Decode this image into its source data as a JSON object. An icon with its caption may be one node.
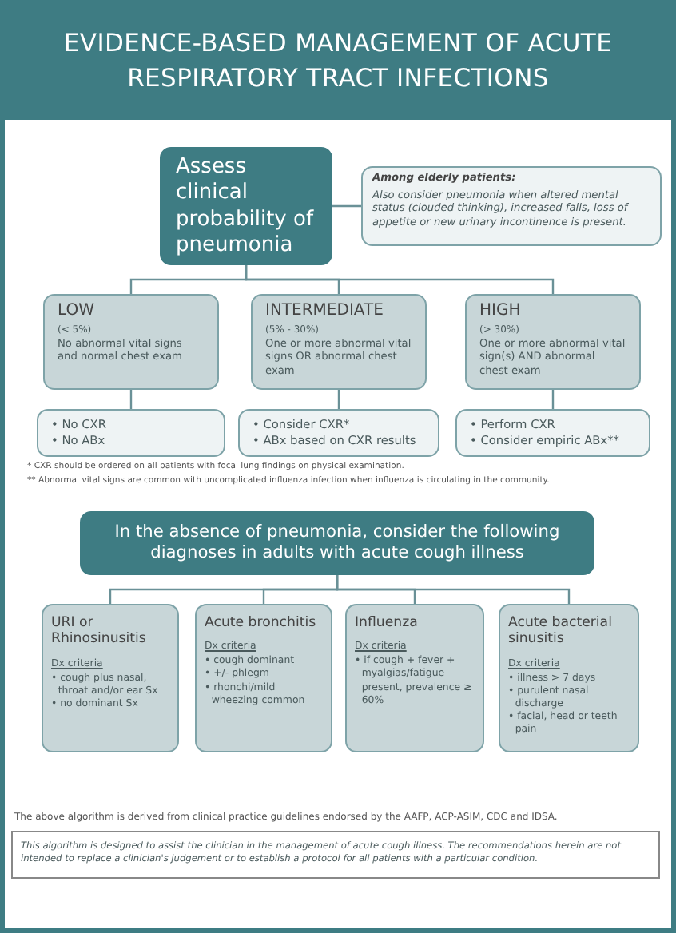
{
  "diagram": {
    "title": "EVIDENCE-BASED MANAGEMENT OF ACUTE RESPIRATORY TRACT INFECTIONS",
    "nodes": [
      {
        "text": [
          "Assess clinical probability of pneumonia"
        ]
      },
      {
        "text": [
          "Among elderly patients:",
          "Also consider pneumonia when altered mental status (clouded thinking), increased falls, loss of appetite or new urinary incontinence is present."
        ]
      },
      {
        "text": [
          "LOW",
          "(< 5%)",
          "No abnormal vital signs and normal chest exam"
        ]
      },
      {
        "text": [
          "INTERMEDIATE",
          "(5% - 30%)",
          "One or more abnormal vital signs OR abnormal chest exam"
        ]
      },
      {
        "text": [
          "HIGH",
          "(> 30%)",
          "One or more abnormal vital sign(s) AND abnormal chest exam"
        ]
      },
      {
        "text": [
          "• No CXR",
          "• No ABx"
        ]
      },
      {
        "text": [
          "• Consider CXR*",
          "• ABx based on CXR results"
        ]
      },
      {
        "text": [
          "• Perform CXR",
          "• Consider empiric ABx**"
        ]
      },
      {
        "text": [
          "In the absence of pneumonia, consider the following diagnoses in adults with acute cough illness"
        ]
      },
      {
        "text": [
          "URI or Rhinosinusitis",
          "Dx criteria",
          "• cough plus nasal, throat and/or ear Sx",
          "• no dominant Sx"
        ]
      },
      {
        "text": [
          "Acute bronchitis",
          "Dx criteria",
          "• cough dominant",
          "• +/- phlegm",
          "• rhonchi/mild wheezing common"
        ]
      },
      {
        "text": [
          "Influenza",
          "Dx criteria",
          "• if cough + fever + myalgias/fatigue present, prevalence ≥ 60%"
        ]
      },
      {
        "text": [
          "Acute bacterial sinusitis",
          "Dx criteria",
          "• illness > 7 days",
          "• purulent nasal discharge",
          "• facial, head or teeth pain"
        ]
      },
      {
        "text": [
          "This algorithm is designed to assist the clinician in the management of acute cough illness. The recommendations herein are not intended to replace a clinician's judgement or to establish a protocol for all patients with a particular condition."
        ]
      }
    ],
    "edges": [
      {
        "from": 0,
        "to": 1,
        "arrow": "none"
      },
      {
        "from": 0,
        "to": 2,
        "arrow": "none"
      },
      {
        "from": 0,
        "to": 3,
        "arrow": "none"
      },
      {
        "from": 0,
        "to": 4,
        "arrow": "none"
      },
      {
        "from": 2,
        "to": 5,
        "arrow": "none"
      },
      {
        "from": 3,
        "to": 6,
        "arrow": "none"
      },
      {
        "from": 4,
        "to": 7,
        "arrow": "none"
      },
      {
        "from": 8,
        "to": 9,
        "arrow": "none"
      },
      {
        "from": 8,
        "to": 10,
        "arrow": "none"
      },
      {
        "from": 8,
        "to": 11,
        "arrow": "none"
      },
      {
        "from": 8,
        "to": 12,
        "arrow": "none"
      }
    ],
    "labels": [
      "* CXR should be ordered on all patients with focal lung findings on physical examination.",
      "** Abnormal vital signs are common with uncomplicated influenza infection when influenza is circulating in the community.",
      "The above algorithm is derived from clinical practice guidelines endorsed by the AAFP, ACP-ASIM, CDC and IDSA."
    ]
  }
}
